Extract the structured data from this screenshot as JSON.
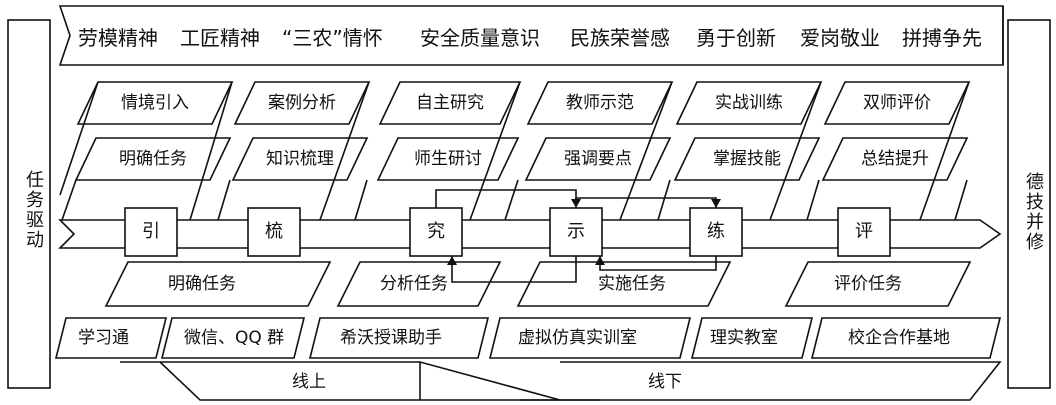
{
  "banner": {
    "items": [
      "劳模精神",
      "工匠精神",
      "“三农”情怀",
      "安全质量意识",
      "民族荣誉感",
      "勇于创新",
      "爱岗敬业",
      "拼搏争先"
    ]
  },
  "side": {
    "left": "任务驱动",
    "right": "德技并修"
  },
  "stages": [
    {
      "top": "情境引入",
      "bottom": "明确任务",
      "node": "引"
    },
    {
      "top": "案例分析",
      "bottom": "知识梳理",
      "node": "梳"
    },
    {
      "top": "自主研究",
      "bottom": "师生研讨",
      "node": "究"
    },
    {
      "top": "教师示范",
      "bottom": "强调要点",
      "node": "示"
    },
    {
      "top": "实战训练",
      "bottom": "掌握技能",
      "node": "练"
    },
    {
      "top": "双师评价",
      "bottom": "总结提升",
      "node": "评"
    }
  ],
  "tasks": [
    "明确任务",
    "分析任务",
    "实施任务",
    "评价任务"
  ],
  "tools": [
    "学习通",
    "微信、QQ 群",
    "希沃授课助手",
    "虚拟仿真实训室",
    "理实教室",
    "校企合作基地"
  ],
  "modes": {
    "online": "线上",
    "offline": "线下"
  }
}
